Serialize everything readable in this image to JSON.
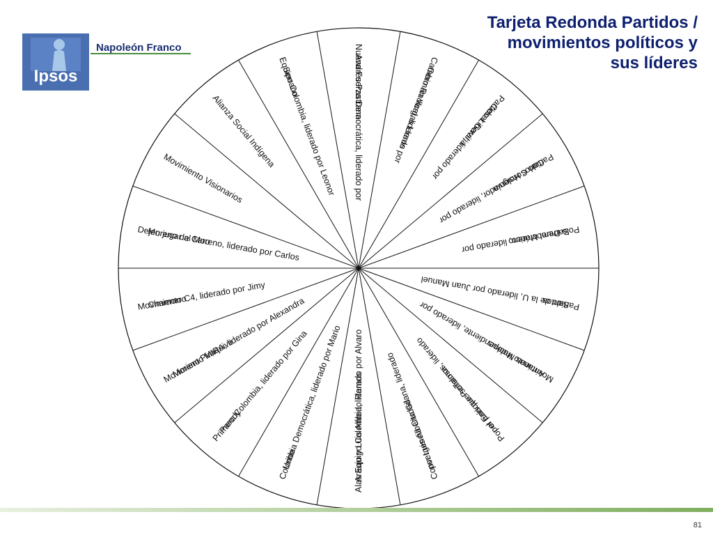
{
  "header": {
    "logo_text": "Ipsos",
    "brand": "Napoleón Franco",
    "title_lines": [
      "Tarjeta Redonda Partidos /",
      "movimientos políticos y",
      "sus líderes"
    ]
  },
  "footer": {
    "page_number": "81"
  },
  "wheel": {
    "segments": [
      {
        "lines": [
          "Nueva Fuerza Democrática, liderado por",
          "Andres Pastrana"
        ]
      },
      {
        "lines": [
          "Cambio Radical, liderado por",
          "German Vargas Lleras"
        ]
      },
      {
        "lines": [
          "Partido Liberal, liderado por",
          "Cesar Gaviria"
        ]
      },
      {
        "lines": [
          "Partido Conservador, liderado por",
          "Carlos Holguín"
        ]
      },
      {
        "lines": [
          "Polo Democrático, liderado por",
          "Samuel Moreno"
        ]
      },
      {
        "lines": [
          "Partido de la U, liderado por Juan Manuel",
          "Santos"
        ]
      },
      {
        "lines": [
          "Movimiento Independiente, liderado por",
          "Antanas Mockus"
        ]
      },
      {
        "lines": [
          "Por el país que soñamos, liderado",
          "por Enrique Peñalosa"
        ]
      },
      {
        "lines": [
          "Convergencia Ciudadana, liderado",
          "por Luis Alberto Gil"
        ]
      },
      {
        "lines": [
          "Alas Equipo Colombia, liderado por Alvaro",
          "Araujo y Luis Alfredo Ramos"
        ]
      },
      {
        "lines": [
          "Colombia Democrática, liderado por Mario",
          "Uribe"
        ]
      },
      {
        "lines": [
          "Primero Colombia, liderado por Gina",
          "Parody"
        ]
      },
      {
        "lines": [
          "Movimiento MIRA, liderado por Alexandra",
          "Moreno Piraquive"
        ]
      },
      {
        "lines": [
          "Movimiento C4, liderado por Jimy",
          "Chamorro"
        ]
      },
      {
        "lines": [
          "Dejen jugar al Moreno, liderado por Carlos",
          "Moreno de Caro"
        ]
      },
      {
        "lines": [
          "Movimiento Visionarios"
        ]
      },
      {
        "lines": [
          "Alianza Social Indígena"
        ]
      },
      {
        "lines": [
          "Equipo Colombia, liderado por Leonor",
          "Serrano"
        ]
      }
    ]
  }
}
